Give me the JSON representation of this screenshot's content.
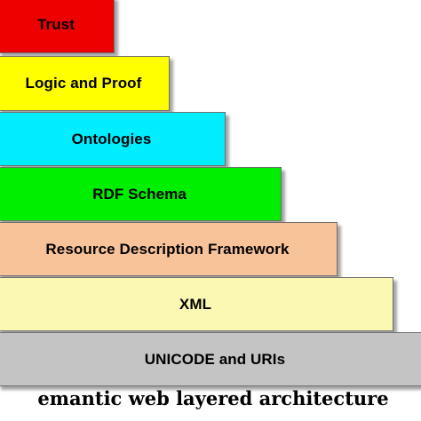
{
  "diagram": {
    "layers": [
      {
        "label": "Trust",
        "color": "#ee0000"
      },
      {
        "label": "Logic and Proof",
        "color": "#ffff00"
      },
      {
        "label": "Ontologies",
        "color": "#00eeff"
      },
      {
        "label": "RDF Schema",
        "color": "#00ee00"
      },
      {
        "label": "Resource Description Framework",
        "color": "#f9c39a"
      },
      {
        "label": "XML",
        "color": "#fbf8b3"
      },
      {
        "label": "UNICODE and URIs",
        "color": "#c4c4c4"
      }
    ],
    "caption": "emantic web layered architecture"
  }
}
